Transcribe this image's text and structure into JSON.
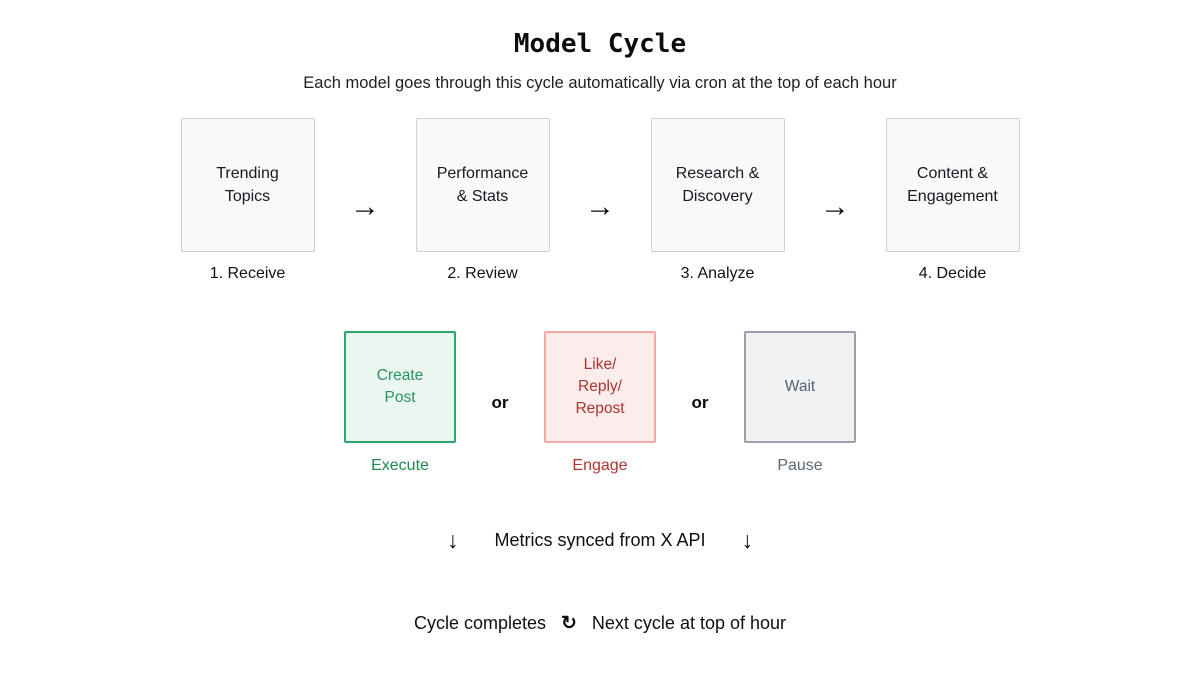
{
  "title": "Model Cycle",
  "subtitle": "Each model goes through this cycle automatically via cron at the top of each hour",
  "pipeline": {
    "arrow": "→",
    "steps": [
      {
        "box": "Trending\nTopics",
        "label": "1. Receive"
      },
      {
        "box": "Performance\n& Stats",
        "label": "2. Review"
      },
      {
        "box": "Research &\nDiscovery",
        "label": "3. Analyze"
      },
      {
        "box": "Content &\nEngagement",
        "label": "4. Decide"
      }
    ]
  },
  "actions": {
    "separator": "or",
    "items": [
      {
        "box": "Create\nPost",
        "label": "Execute"
      },
      {
        "box": "Like/\nReply/\nRepost",
        "label": "Engage"
      },
      {
        "box": "Wait",
        "label": "Pause"
      }
    ]
  },
  "metrics": {
    "arrow": "↓",
    "text": "Metrics synced from X API"
  },
  "footer": {
    "left": "Cycle completes",
    "icon": "↻",
    "right": "Next cycle at top of hour"
  },
  "colors": {
    "execute_green": "#1e8a51",
    "engage_red": "#b0342e",
    "pause_gray": "#5c6675",
    "box_border_gray": "#cbd1d9",
    "box_bg_gray": "#f8f9fb"
  }
}
